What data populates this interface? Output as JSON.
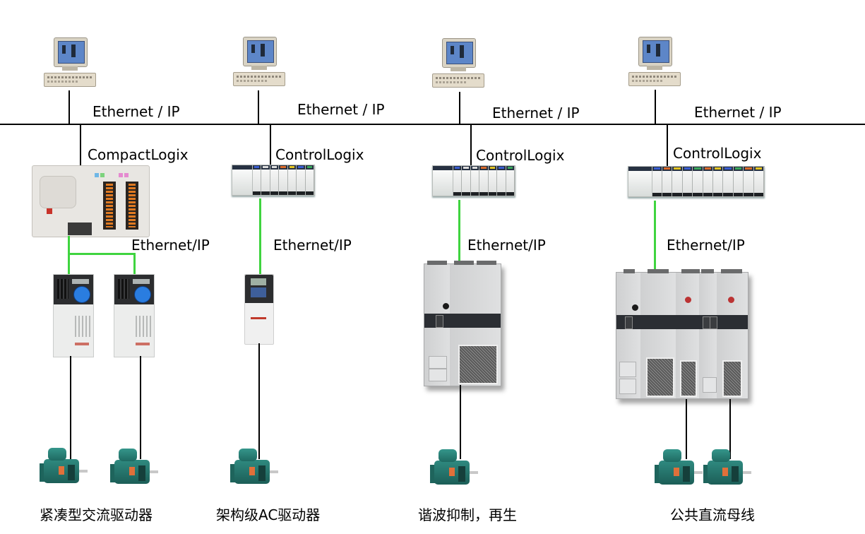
{
  "network": {
    "bus_labels": [
      "Ethernet / IP",
      "Ethernet / IP",
      "Ethernet / IP",
      "Ethernet / IP"
    ],
    "drive_link_label": "Ethernet/IP",
    "drive_link_color": "#3fd43f",
    "bus_color": "#000000"
  },
  "workstations": [
    {
      "icon": "computer-workstation-icon"
    },
    {
      "icon": "computer-workstation-icon"
    },
    {
      "icon": "computer-workstation-icon"
    },
    {
      "icon": "computer-workstation-icon"
    }
  ],
  "columns": [
    {
      "controller": "CompactLogix",
      "link_label": "Ethernet/IP",
      "drives": [
        "powerflex-525-icon",
        "powerflex-525-icon"
      ],
      "motors": 2,
      "caption": "紧凑型交流驱动器"
    },
    {
      "controller": "ControlLogix",
      "link_label": "Ethernet/IP",
      "drives": [
        "powerflex-755-icon"
      ],
      "motors": 1,
      "caption": "架构级AC驱动器"
    },
    {
      "controller": "ControlLogix",
      "link_label": "Ethernet/IP",
      "drives": [
        "cabinet-drive-icon"
      ],
      "motors": 1,
      "caption": "谐波抑制，再生"
    },
    {
      "controller": "ControlLogix",
      "link_label": "Ethernet/IP",
      "drives": [
        "common-dc-bus-drive-lineup-icon"
      ],
      "motors": 2,
      "caption": "公共直流母线"
    }
  ]
}
